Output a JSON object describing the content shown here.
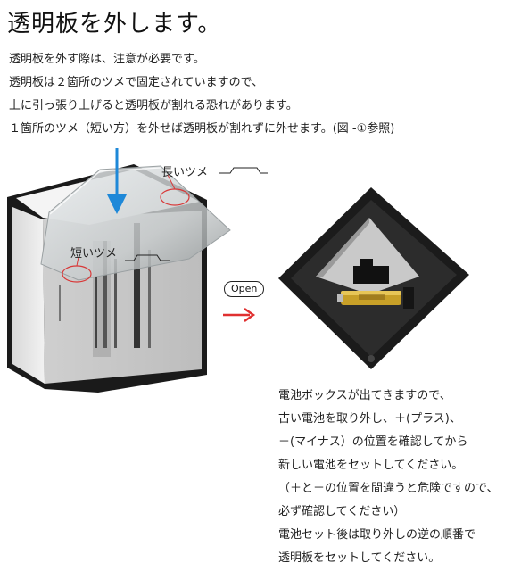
{
  "heading": "透明板を外します。",
  "intro": [
    "透明板を外す際は、注意が必要です。",
    "透明板は２箇所のツメで固定されていますので、",
    "上に引っ張り上げると透明板が割れる恐れがあります。",
    "１箇所のツメ（短い方）を外せば透明板が割れずに外せます。(図 -①参照)"
  ],
  "figure": {
    "label_long": "長いツメ",
    "label_short": "短いツメ",
    "open_label": "Open",
    "colors": {
      "arrow_blue": "#1e88d8",
      "arrow_red": "#e03030",
      "circle_red": "#d83838"
    }
  },
  "after_text": [
    "電池ボックスが出てきますので、",
    "古い電池を取り外し、＋(プラス)、",
    "－(マイナス）の位置を確認してから",
    "新しい電池をセットしてください。",
    "（＋と－の位置を間違うと危険ですので、",
    "必ず確認してください）",
    "電池セット後は取り外しの逆の順番で",
    "透明板をセットしてください。"
  ]
}
